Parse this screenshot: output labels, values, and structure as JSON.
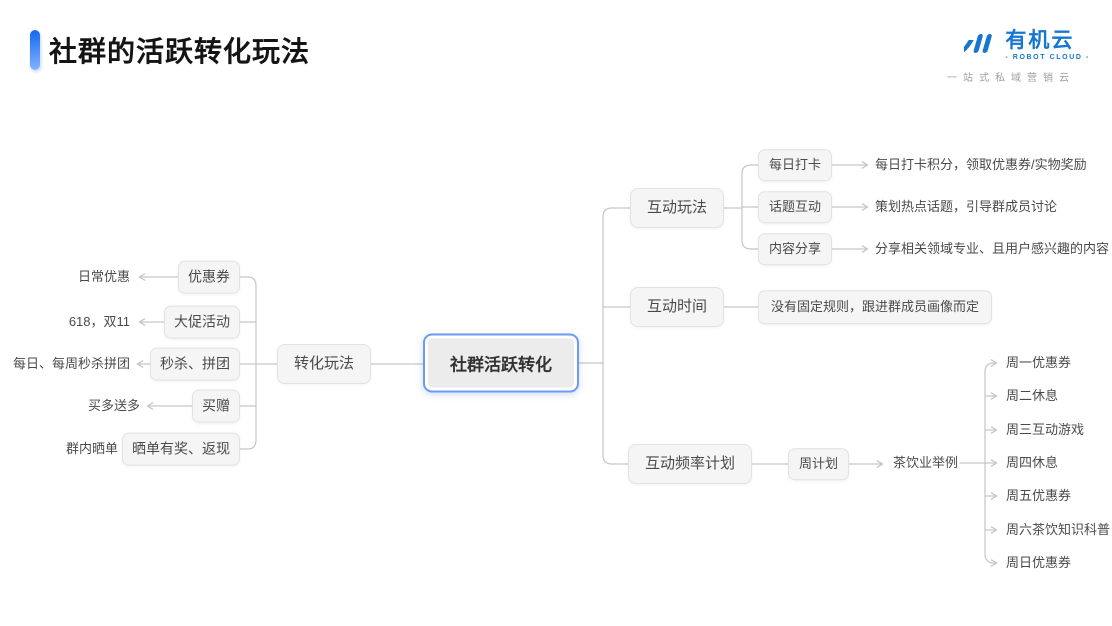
{
  "header": {
    "title": "社群的活跃转化玩法"
  },
  "logo": {
    "name": "有机云",
    "subtitle": "- ROBOT CLOUD -",
    "tagline": "一站式私域营销云"
  },
  "colors": {
    "title_accent": "#2f7bf5",
    "logo_blue": "#1677d2",
    "node_fill": "#f5f5f5",
    "node_border": "#e2e2e2",
    "node_text": "#4a4a4a",
    "connector": "#c6c6c6",
    "center_border": "#6b9bf2",
    "center_fill": "#ececec"
  },
  "mindmap": {
    "center": "社群活跃转化",
    "left": {
      "branch": "转化玩法",
      "items": [
        {
          "label": "日常优惠",
          "node": "优惠券"
        },
        {
          "label": "618，双11",
          "node": "大促活动"
        },
        {
          "label": "每日、每周秒杀拼团",
          "node": "秒杀、拼团"
        },
        {
          "label": "买多送多",
          "node": "买赠"
        },
        {
          "label": "群内晒单",
          "node": "晒单有奖、返现"
        }
      ]
    },
    "right": [
      {
        "branch": "互动玩法",
        "children": [
          {
            "node": "每日打卡",
            "desc": "每日打卡积分，领取优惠券/实物奖励"
          },
          {
            "node": "话题互动",
            "desc": "策划热点话题，引导群成员讨论"
          },
          {
            "node": "内容分享",
            "desc": "分享相关领域专业、且用户感兴趣的内容"
          }
        ]
      },
      {
        "branch": "互动时间",
        "note": "没有固定规则，跟进群成员画像而定"
      },
      {
        "branch": "互动频率计划",
        "plan": "周计划",
        "example": "茶饮业举例",
        "week": [
          "周一优惠券",
          "周二休息",
          "周三互动游戏",
          "周四休息",
          "周五优惠券",
          "周六茶饮知识科普",
          "周日优惠券"
        ]
      }
    ]
  }
}
